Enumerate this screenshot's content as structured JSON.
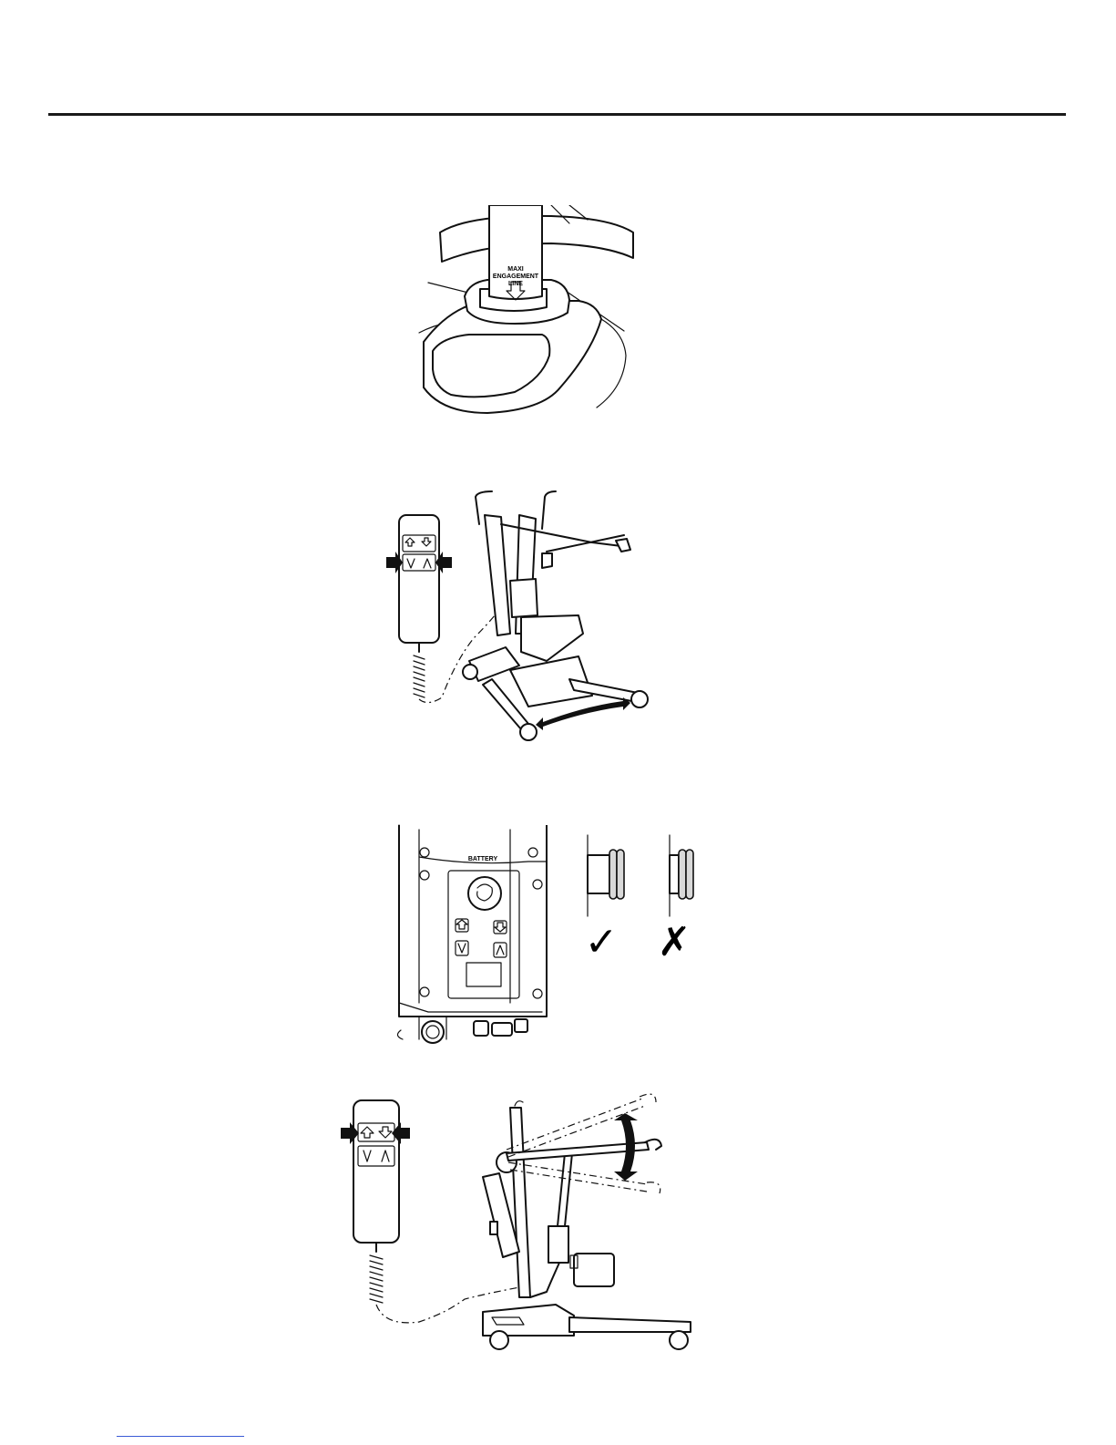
{
  "figure1": {
    "label_line1": "MAXI",
    "label_line2": "ENGAGEMENT",
    "label_line3": "LINE"
  },
  "figure3": {
    "panel_label": "BATTERY",
    "correct_mark": "✓",
    "incorrect_mark": "✗"
  },
  "colors": {
    "line": "#111111",
    "rule": "#1a1a1a",
    "link": "#3b5bd6"
  }
}
